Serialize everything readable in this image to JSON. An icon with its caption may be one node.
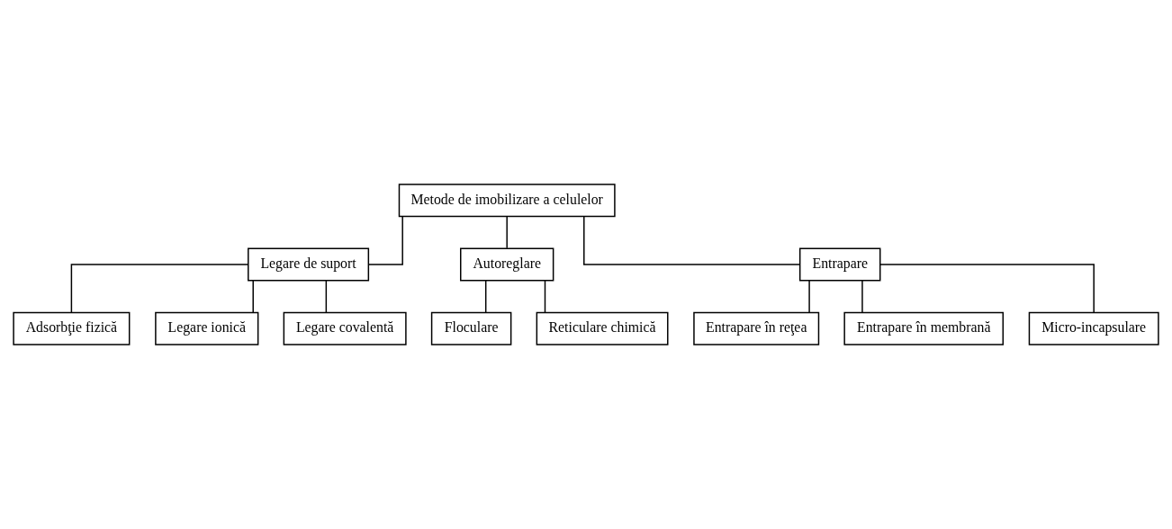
{
  "diagram": {
    "nodes": [
      {
        "text": [
          "Metode de imobilizare a celulelor"
        ]
      },
      {
        "text": [
          "Legare de suport"
        ]
      },
      {
        "text": [
          "Autoreglare"
        ]
      },
      {
        "text": [
          "Entrapare"
        ]
      },
      {
        "text": [
          "Floculare"
        ]
      },
      {
        "text": [
          "Reticulare chimică"
        ]
      },
      {
        "text": [
          "Adsorbţie fizică"
        ]
      },
      {
        "text": [
          "Legare ionică"
        ]
      },
      {
        "text": [
          "Legare covalentă"
        ]
      },
      {
        "text": [
          "Entrapare în reţea"
        ]
      },
      {
        "text": [
          "Entrapare în membrană"
        ]
      },
      {
        "text": [
          "Micro-incapsulare"
        ]
      }
    ],
    "edges": [
      {
        "from": 0,
        "to": 1,
        "arrow": "none"
      },
      {
        "from": 0,
        "to": 2,
        "arrow": "none"
      },
      {
        "from": 0,
        "to": 3,
        "arrow": "none"
      },
      {
        "from": 2,
        "to": 4,
        "arrow": "none"
      },
      {
        "from": 2,
        "to": 5,
        "arrow": "none"
      },
      {
        "from": 1,
        "to": 6,
        "arrow": "none"
      },
      {
        "from": 1,
        "to": 7,
        "arrow": "none"
      },
      {
        "from": 1,
        "to": 8,
        "arrow": "none"
      },
      {
        "from": 3,
        "to": 9,
        "arrow": "none"
      },
      {
        "from": 3,
        "to": 10,
        "arrow": "none"
      },
      {
        "from": 3,
        "to": 11,
        "arrow": "none"
      }
    ]
  }
}
